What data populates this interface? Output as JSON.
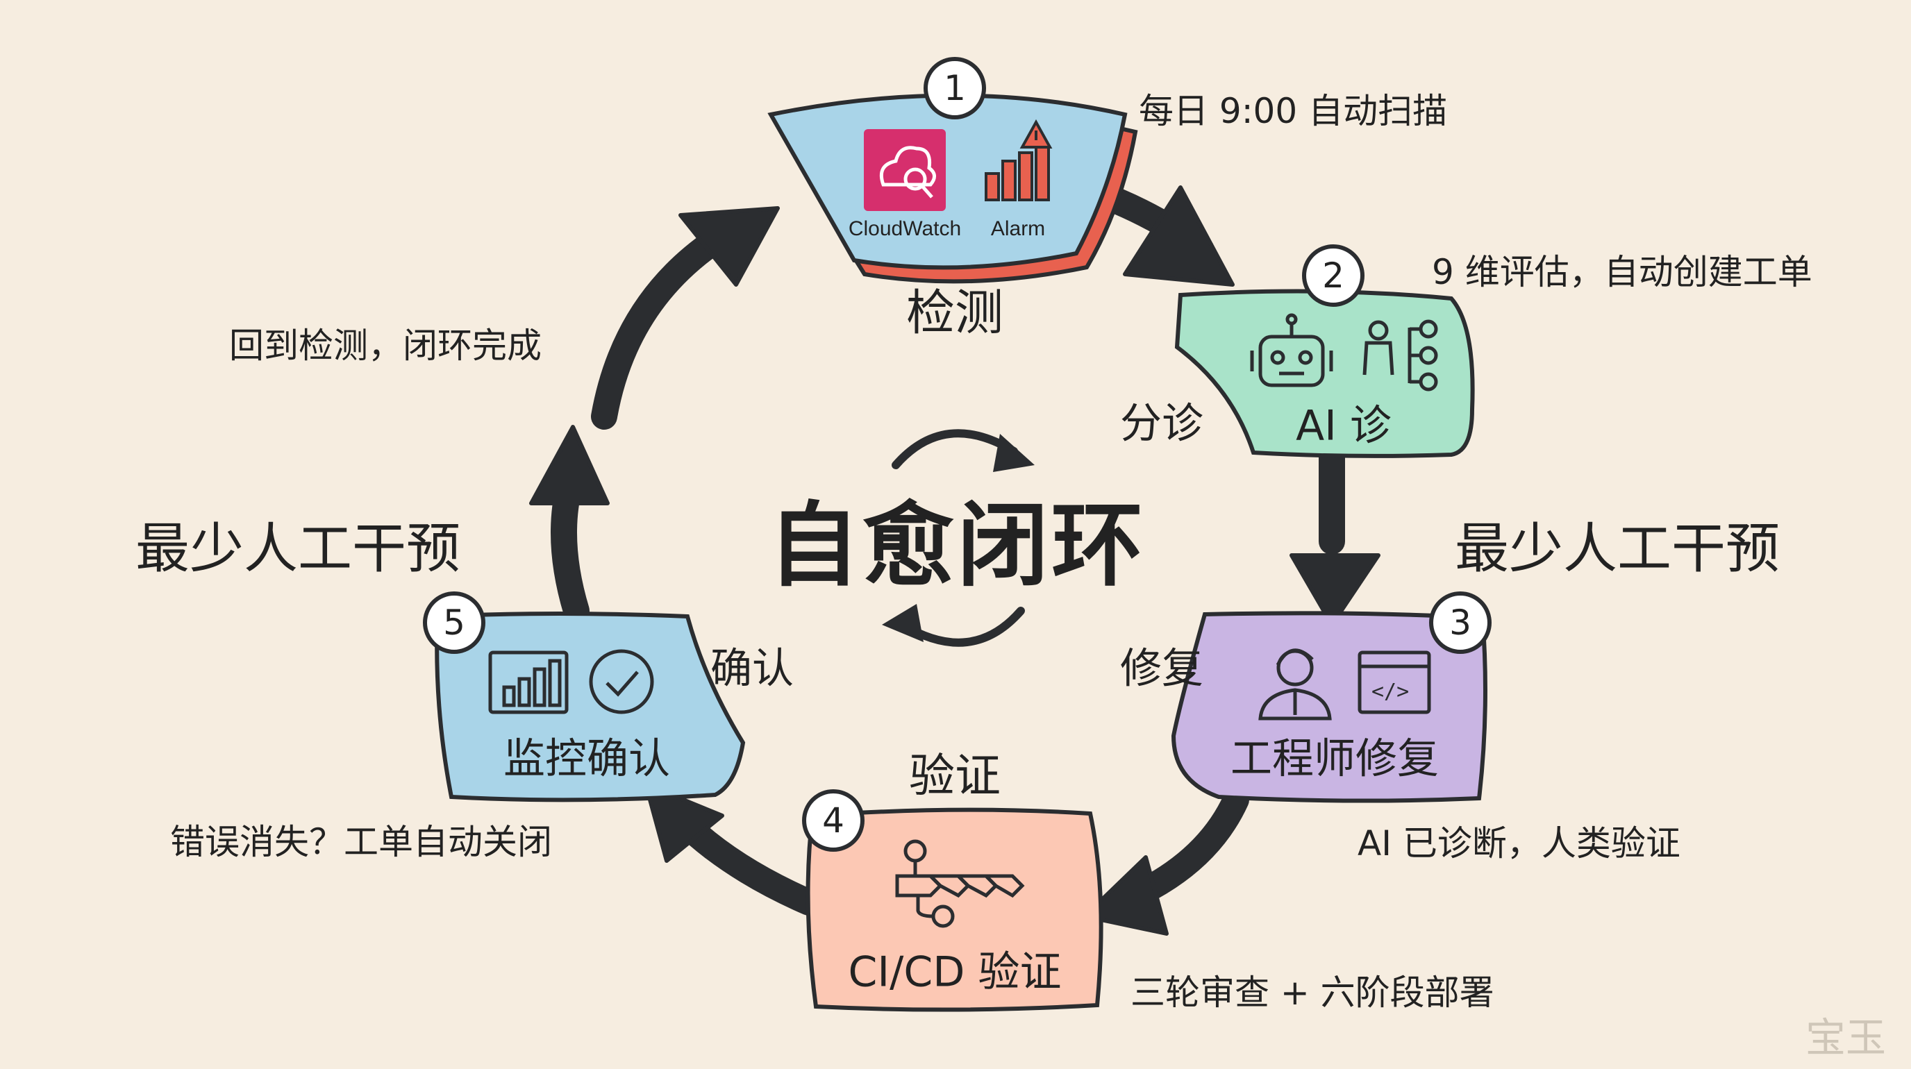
{
  "title": "自愈闭环",
  "watermark": "宝玉",
  "colors": {
    "background": "#f6ede0",
    "stroke": "#2b2d30",
    "detect": "#a9d4e8",
    "detect_shadow": "#e8614f",
    "triage": "#a9e3c9",
    "repair": "#c9b5e3",
    "verify": "#fcc8b4",
    "confirm": "#a9d4e8",
    "cloudwatch": "#d62f6d",
    "alarm_bar": "#e8614f"
  },
  "nodes": [
    {
      "step": "1",
      "title": "检测",
      "icons": [
        {
          "name": "cloudwatch-icon",
          "caption": "CloudWatch"
        },
        {
          "name": "alarm-chart-icon",
          "caption": "Alarm"
        }
      ]
    },
    {
      "step": "2",
      "title": "AI 诊",
      "icons": [
        {
          "name": "robot-icon"
        },
        {
          "name": "person-network-icon"
        }
      ]
    },
    {
      "step": "3",
      "title": "工程师修复",
      "icons": [
        {
          "name": "engineer-icon"
        },
        {
          "name": "code-window-icon"
        }
      ]
    },
    {
      "step": "4",
      "title": "CI/CD 验证",
      "icons": [
        {
          "name": "pipeline-icon"
        }
      ]
    },
    {
      "step": "5",
      "title": "监控确认",
      "icons": [
        {
          "name": "bar-chart-icon"
        },
        {
          "name": "check-circle-icon"
        }
      ]
    }
  ],
  "phase_labels": {
    "triage": "分诊",
    "repair": "修复",
    "verify": "验证",
    "confirm": "确认"
  },
  "notes": {
    "detect": "每日 9:00 自动扫描",
    "triage": "9 维评估，自动创建工单",
    "repair": "AI 已诊断，人类验证",
    "verify": "三轮审查 + 六阶段部署",
    "confirm": "错误消失？工单自动关闭",
    "loop": "回到检测，闭环完成"
  },
  "emphasis": {
    "left": "最少人工干预",
    "right": "最少人工干预"
  }
}
